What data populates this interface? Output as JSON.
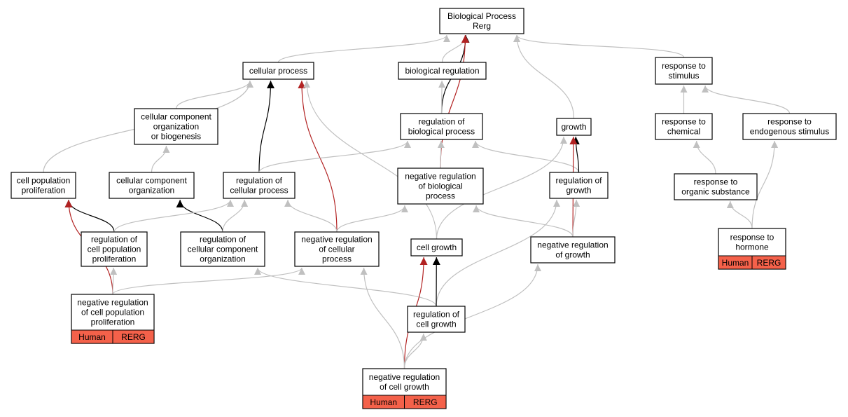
{
  "colors": {
    "gray": "#c0c0c0",
    "black": "#000000",
    "red": "#b22222",
    "tag": "#f4614a"
  },
  "nodes": {
    "bp": {
      "lines": [
        "Biological Process",
        "Rerg"
      ]
    },
    "cp": {
      "lines": [
        "cellular process"
      ]
    },
    "br": {
      "lines": [
        "biological regulation"
      ]
    },
    "rs": {
      "lines": [
        "response to",
        "stimulus"
      ]
    },
    "ccob": {
      "lines": [
        "cellular component",
        "organization",
        "or biogenesis"
      ]
    },
    "rbp": {
      "lines": [
        "regulation of",
        "biological process"
      ]
    },
    "growth": {
      "lines": [
        "growth"
      ]
    },
    "rchem": {
      "lines": [
        "response to",
        "chemical"
      ]
    },
    "res": {
      "lines": [
        "response to",
        "endogenous stimulus"
      ]
    },
    "cpp": {
      "lines": [
        "cell population",
        "proliferation"
      ]
    },
    "cco": {
      "lines": [
        "cellular component",
        "organization"
      ]
    },
    "rcp": {
      "lines": [
        "regulation of",
        "cellular process"
      ]
    },
    "nrbp": {
      "lines": [
        "negative regulation",
        "of biological",
        "process"
      ]
    },
    "rg": {
      "lines": [
        "regulation of",
        "growth"
      ]
    },
    "ros": {
      "lines": [
        "response to",
        "organic substance"
      ]
    },
    "rcpp": {
      "lines": [
        "regulation of",
        "cell population",
        "proliferation"
      ]
    },
    "rcco": {
      "lines": [
        "regulation of",
        "cellular component",
        "organization"
      ]
    },
    "nrcp": {
      "lines": [
        "negative regulation",
        "of cellular",
        "process"
      ]
    },
    "cg": {
      "lines": [
        "cell growth"
      ]
    },
    "nrg": {
      "lines": [
        "negative regulation",
        "of growth"
      ]
    },
    "rh": {
      "lines": [
        "response to",
        "hormone"
      ],
      "tags": [
        "Human",
        "RERG"
      ]
    },
    "rcg": {
      "lines": [
        "regulation of",
        "cell growth"
      ]
    },
    "nrcpp": {
      "lines": [
        "negative regulation",
        "of cell population",
        "proliferation"
      ],
      "tags": [
        "Human",
        "RERG"
      ]
    },
    "nrcg": {
      "lines": [
        "negative regulation",
        "of cell growth"
      ],
      "tags": [
        "Human",
        "RERG"
      ]
    }
  },
  "edges": [
    {
      "from": "cp",
      "to": "bp",
      "style": "gray"
    },
    {
      "from": "br",
      "to": "bp",
      "style": "gray"
    },
    {
      "from": "rs",
      "to": "bp",
      "style": "gray"
    },
    {
      "from": "growth",
      "to": "bp",
      "style": "gray"
    },
    {
      "from": "rbp",
      "to": "bp",
      "style": "black"
    },
    {
      "from": "nrbp",
      "to": "bp",
      "style": "red"
    },
    {
      "from": "rbp",
      "to": "br",
      "style": "gray"
    },
    {
      "from": "ccob",
      "to": "cp",
      "style": "gray"
    },
    {
      "from": "cpp",
      "to": "cp",
      "style": "gray"
    },
    {
      "from": "rcp",
      "to": "cp",
      "style": "black"
    },
    {
      "from": "nrcp",
      "to": "cp",
      "style": "red"
    },
    {
      "from": "cg",
      "to": "cp",
      "style": "gray"
    },
    {
      "from": "cco",
      "to": "ccob",
      "style": "gray"
    },
    {
      "from": "rcp",
      "to": "rbp",
      "style": "gray"
    },
    {
      "from": "nrbp",
      "to": "rbp",
      "style": "gray"
    },
    {
      "from": "rg",
      "to": "rbp",
      "style": "gray"
    },
    {
      "from": "rg",
      "to": "growth",
      "style": "black"
    },
    {
      "from": "nrg",
      "to": "growth",
      "style": "red"
    },
    {
      "from": "cg",
      "to": "growth",
      "style": "gray"
    },
    {
      "from": "rchem",
      "to": "rs",
      "style": "gray"
    },
    {
      "from": "res",
      "to": "rs",
      "style": "gray"
    },
    {
      "from": "ros",
      "to": "rchem",
      "style": "gray"
    },
    {
      "from": "rh",
      "to": "ros",
      "style": "gray"
    },
    {
      "from": "rh",
      "to": "res",
      "style": "gray"
    },
    {
      "from": "rcpp",
      "to": "cpp",
      "style": "black"
    },
    {
      "from": "nrcpp",
      "to": "cpp",
      "style": "red"
    },
    {
      "from": "rcco",
      "to": "cco",
      "style": "black"
    },
    {
      "from": "rcpp",
      "to": "rcp",
      "style": "gray"
    },
    {
      "from": "rcco",
      "to": "rcp",
      "style": "gray"
    },
    {
      "from": "nrcp",
      "to": "rcp",
      "style": "gray"
    },
    {
      "from": "nrcp",
      "to": "nrbp",
      "style": "gray"
    },
    {
      "from": "nrg",
      "to": "nrbp",
      "style": "gray"
    },
    {
      "from": "nrg",
      "to": "rg",
      "style": "gray"
    },
    {
      "from": "rcg",
      "to": "rg",
      "style": "gray"
    },
    {
      "from": "nrcpp",
      "to": "rcpp",
      "style": "gray"
    },
    {
      "from": "nrcpp",
      "to": "nrcp",
      "style": "gray"
    },
    {
      "from": "rcg",
      "to": "rcco",
      "style": "gray"
    },
    {
      "from": "rcg",
      "to": "cg",
      "style": "black"
    },
    {
      "from": "nrcg",
      "to": "cg",
      "style": "red"
    },
    {
      "from": "nrcg",
      "to": "rcg",
      "style": "gray"
    },
    {
      "from": "nrcg",
      "to": "nrcp",
      "style": "gray"
    },
    {
      "from": "nrcg",
      "to": "nrg",
      "style": "gray"
    }
  ]
}
